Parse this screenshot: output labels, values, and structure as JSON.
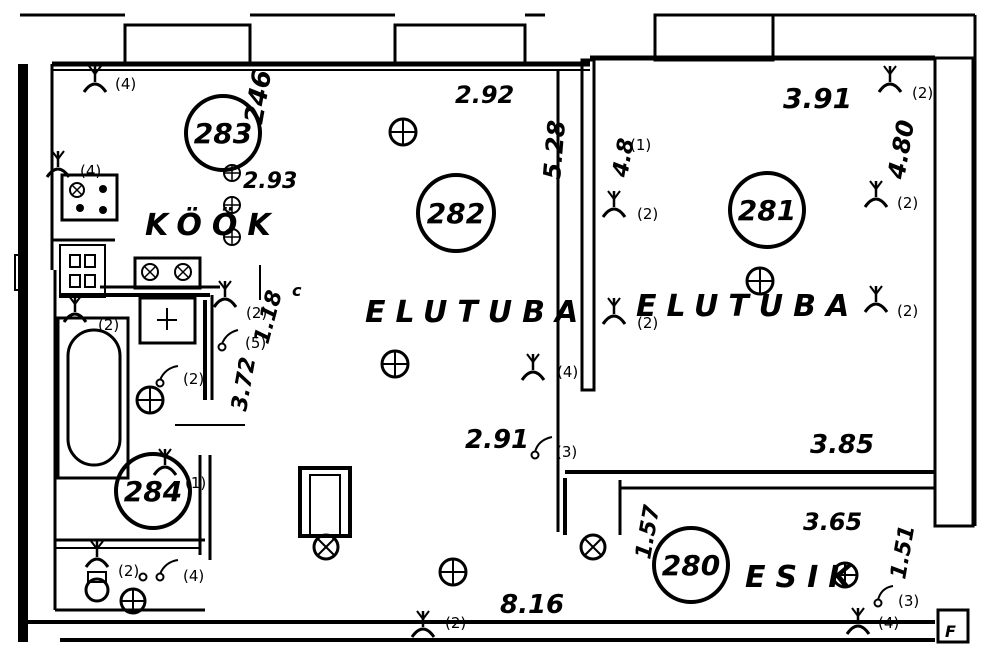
{
  "rooms": [
    {
      "number": "283",
      "label": "KÖÖK",
      "dims": [
        "246",
        "2.93"
      ]
    },
    {
      "number": "282",
      "label": "ELUTUBA",
      "dims": [
        "2.92",
        "5.28",
        "2.91",
        "8.16"
      ]
    },
    {
      "number": "281",
      "label": "ELUTUBA",
      "dims": [
        "3.91",
        "4.80",
        "3.85"
      ]
    },
    {
      "number": "284",
      "dims": [
        "1.18",
        "3.72"
      ]
    },
    {
      "number": "280",
      "label": "ESIK",
      "dims": [
        "3.65",
        "1.51",
        "1.57"
      ]
    }
  ],
  "small_labels": {
    "c4": "(4)",
    "c2": "(2)",
    "c1": "(1)",
    "c3": "(3)",
    "c5": "(5)"
  },
  "misc": {
    "4.8": "4.8",
    "c": "c",
    "F": "F"
  },
  "icons": [
    "antenna-outlet-icon",
    "ceiling-light-icon",
    "wall-light-icon",
    "switch-icon",
    "stove-icon",
    "bathtub-icon",
    "sink-icon",
    "toilet-icon"
  ]
}
